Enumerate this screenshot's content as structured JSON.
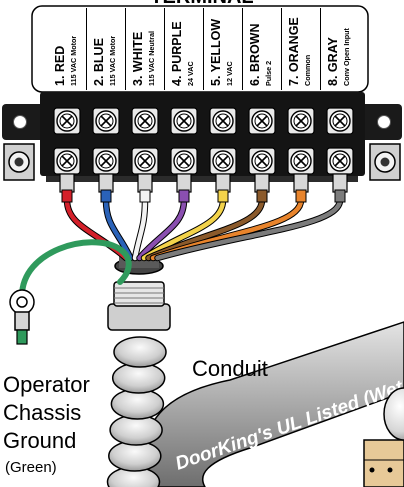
{
  "header_partial": "TERMINAL",
  "terminals": [
    {
      "number_name": "1. RED",
      "sub": "115 VAC Motor",
      "wire_color": "#d4202a"
    },
    {
      "number_name": "2. BLUE",
      "sub": "115 VAC Motor",
      "wire_color": "#2a62b8"
    },
    {
      "number_name": "3. WHITE",
      "sub": "115 VAC Neutral",
      "wire_color": "#f2f2f2"
    },
    {
      "number_name": "4. PURPLE",
      "sub": "24 VAC",
      "wire_color": "#8a4fb0"
    },
    {
      "number_name": "5. YELLOW",
      "sub": "12 VAC",
      "wire_color": "#f3d34a"
    },
    {
      "number_name": "6. BROWN",
      "sub": "Pulse 2",
      "wire_color": "#8b5a2b"
    },
    {
      "number_name": "7. ORANGE",
      "sub": "Common",
      "wire_color": "#e8842c"
    },
    {
      "number_name": "8. GRAY",
      "sub": "Conv Open Input",
      "wire_color": "#7c7c7c"
    }
  ],
  "ground_wire_color": "#2f9a5c",
  "labels": {
    "conduit": "Conduit",
    "chassis_line1": "Operator",
    "chassis_line2": "Chassis",
    "chassis_line3": "Ground",
    "chassis_note": "(Green)",
    "cable_text": "DoorKing's UL Listed (Wet L"
  }
}
